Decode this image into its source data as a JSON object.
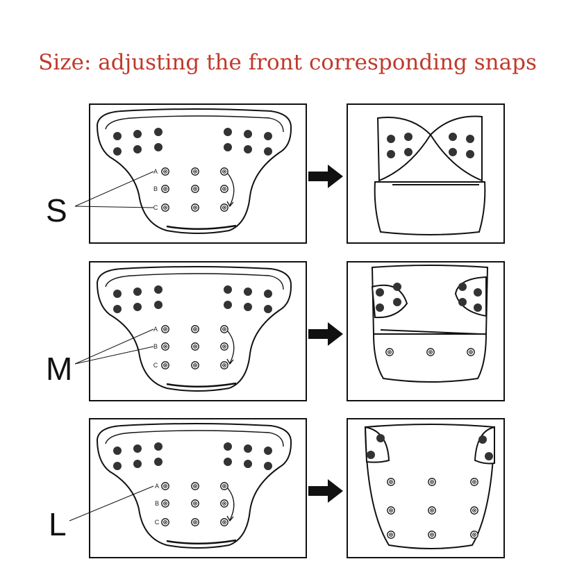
{
  "title": "Size: adjusting the front corresponding snaps",
  "title_color": "#c0392b",
  "sizes": [
    {
      "label": "S"
    },
    {
      "label": "M"
    },
    {
      "label": "L"
    }
  ],
  "snap_rows": [
    "A",
    "B",
    "C"
  ],
  "icons": {
    "arrow": "right-arrow-icon",
    "diaper": "diaper-outline"
  }
}
